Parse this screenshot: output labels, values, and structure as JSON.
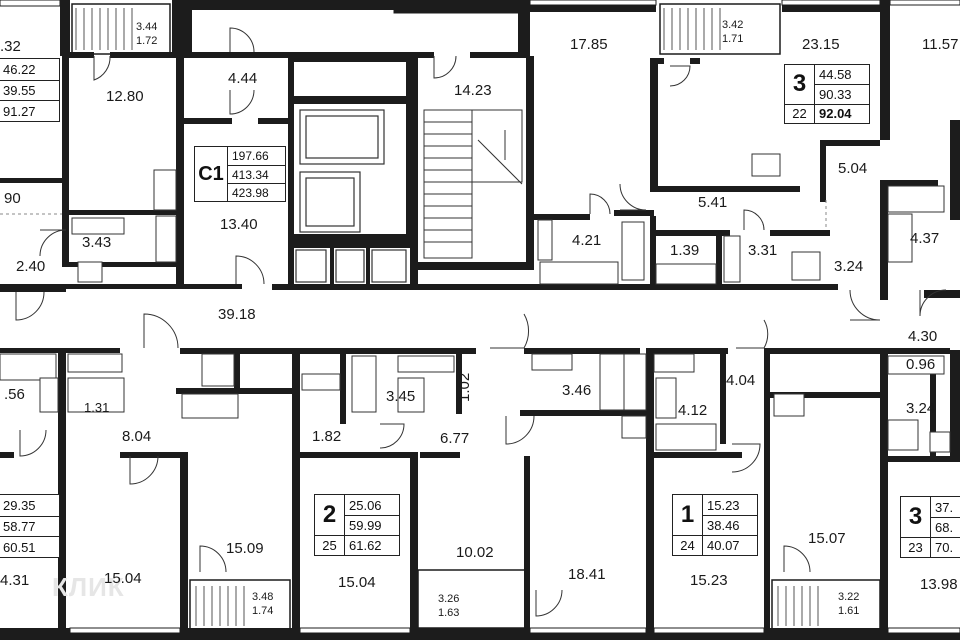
{
  "watermark": "КЛИК",
  "areas": {
    "a0": ".32",
    "a1": "12.80",
    "a2": "4.44",
    "a3": "14.23",
    "a4": "17.85",
    "a5": "23.15",
    "a6": "11.57",
    "a7": "90",
    "a8": "3.43",
    "a9": "13.40",
    "a10": "2.40",
    "a11": "4.21",
    "a12": "5.41",
    "a13": "5.04",
    "a14": "1.39",
    "a15": "3.31",
    "a16": "3.24",
    "a17": "4.37",
    "a18": "39.18",
    "a19": "4.30",
    "a20": "0.96",
    "a21": ".56",
    "a22": "1.31",
    "a23": "8.04",
    "a24": "1.02",
    "a25": "3.45",
    "a26": "3.46",
    "a27": "4.04",
    "a28": "4.12",
    "a29": "3.24",
    "a30": "1.82",
    "a31": "6.77",
    "a32": "15.09",
    "a33": "10.02",
    "a34": "15.07",
    "a35": "4.31",
    "a36": "15.04",
    "a37": "15.04",
    "a38": "18.41",
    "a39": "15.23",
    "a40": "13.98"
  },
  "balconies": {
    "b1": [
      "3.44",
      "1.72"
    ],
    "b2": [
      "3.42",
      "1.71"
    ],
    "b3": [
      "3.48",
      "1.74"
    ],
    "b4": [
      "3.26",
      "1.63"
    ],
    "b5": [
      "3.22",
      "1.61"
    ]
  },
  "apartments": {
    "left_top": {
      "values": [
        "46.22",
        "39.55",
        "91.27"
      ]
    },
    "c1": {
      "label": "С1",
      "values": [
        "197.66",
        "413.34",
        "423.98"
      ]
    },
    "top_right": {
      "rooms": "3",
      "number": "22",
      "values": [
        "44.58",
        "90.33",
        "92.04"
      ]
    },
    "left_bottom": {
      "values": [
        "29.35",
        "58.77",
        "60.51"
      ]
    },
    "two_room": {
      "rooms": "2",
      "number": "25",
      "values": [
        "25.06",
        "59.99",
        "61.62"
      ]
    },
    "one_room": {
      "rooms": "1",
      "number": "24",
      "values": [
        "15.23",
        "38.46",
        "40.07"
      ]
    },
    "right_bottom": {
      "rooms": "3",
      "number": "23",
      "values": [
        "37.",
        "68.",
        "70."
      ]
    }
  }
}
